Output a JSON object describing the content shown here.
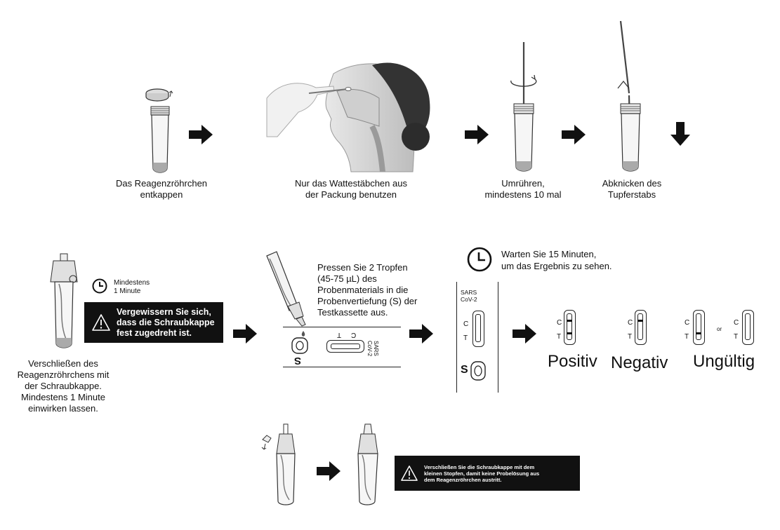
{
  "step1": {
    "caption_line1": "Das Reagenzröhrchen",
    "caption_line2": "entkappen"
  },
  "step2": {
    "caption_line1": "Nur das Wattestäbchen aus",
    "caption_line2": "der Packung benutzen"
  },
  "step3": {
    "caption_line1": "Umrühren,",
    "caption_line2": "mindestens 10 mal"
  },
  "step4": {
    "caption_line1": "Abknicken des",
    "caption_line2": "Tupferstabs"
  },
  "step5": {
    "timer_line1": "Mindestens",
    "timer_line2": "1 Minute",
    "warning_line1": "Vergewissern Sie sich,",
    "warning_line2": "dass die Schraubkappe",
    "warning_line3": "fest zugedreht ist.",
    "caption_lines": [
      "Verschließen des",
      "Reagenzröhrchens mit",
      "der Schraubkappe.",
      "Mindestens 1 Minute",
      "einwirken lassen."
    ]
  },
  "step6": {
    "instruction_lines": [
      "Pressen Sie 2 Tropfen",
      "(45-75 µL)   des",
      "Probenmaterials in die",
      "Probenvertiefung (S) der",
      "Testkassette aus."
    ],
    "cassette": {
      "s_label": "S",
      "t_label": "T",
      "c_label": "C",
      "sars_label": "SARS",
      "cov_label": "CoV-2"
    }
  },
  "step7": {
    "wait_line1": "Warten Sie 15 Minuten,",
    "wait_line2": "um das Ergebnis zu sehen.",
    "cassette": {
      "sars_label": "SARS",
      "cov_label": "CoV-2",
      "c_label": "C",
      "t_label": "T",
      "s_label": "S"
    }
  },
  "results": {
    "c_label": "C",
    "t_label": "T",
    "or_label": "or",
    "positive": "Positiv",
    "negative": "Negativ",
    "invalid": "Ungültig"
  },
  "step8": {
    "warning_lines": [
      "Verschließen Sie die Schraubkappe mit dem",
      "kleinen Stopfen, damit keine Probelösung aus",
      "dem Reagenzröhrchen austritt."
    ]
  },
  "icons": [
    "right-arrow-icon",
    "down-arrow-icon",
    "clock-icon",
    "warning-triangle-icon"
  ]
}
